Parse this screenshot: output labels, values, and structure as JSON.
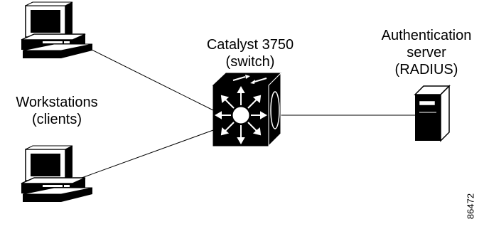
{
  "diagram": {
    "switch_label": [
      "Catalyst 3750",
      "(switch)"
    ],
    "server_label": [
      "Authentication",
      "server",
      "(RADIUS)"
    ],
    "clients_label": [
      "Workstations",
      "(clients)"
    ],
    "figure_id": "86472"
  }
}
